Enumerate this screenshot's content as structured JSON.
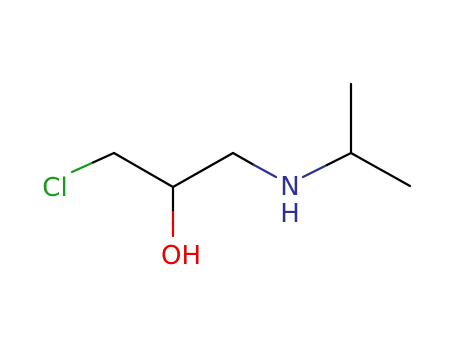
{
  "molecule": {
    "atoms": {
      "chlorine": {
        "label": "Cl",
        "color": "#1a9a1a"
      },
      "hydroxyl": {
        "label": "OH",
        "color": "#e60000"
      },
      "nitrogen": {
        "label": "N",
        "color": "#2e3192"
      },
      "nitrogen_hydrogen": {
        "label": "H",
        "color": "#2e3192"
      }
    },
    "bond_color": "#000000"
  }
}
